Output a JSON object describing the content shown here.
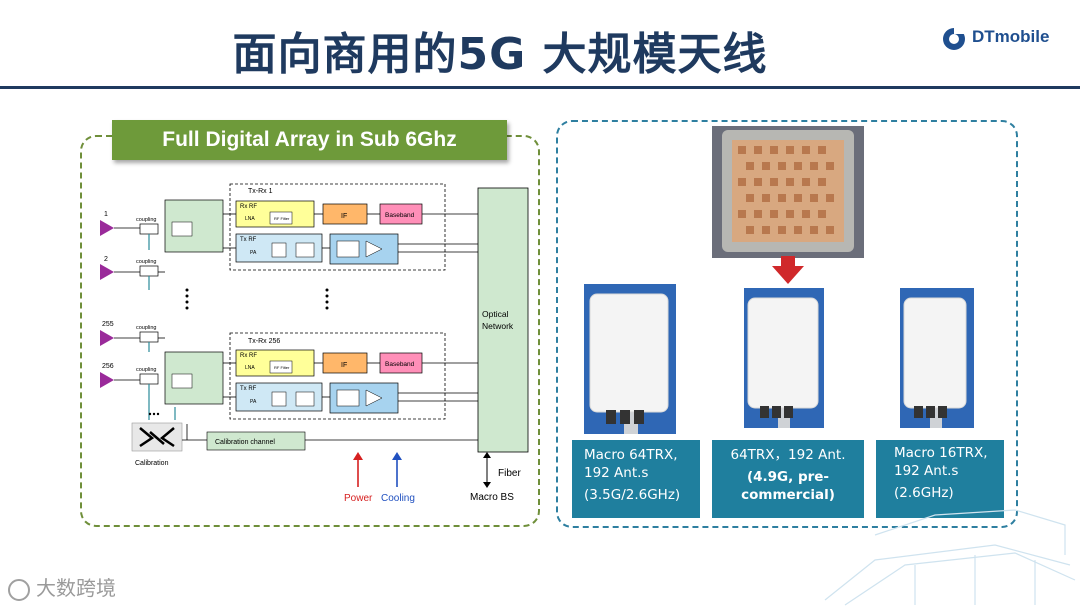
{
  "slide": {
    "title": "面向商用的5G 大规模天线",
    "brand": "DTmobile",
    "watermark": "大数跨境"
  },
  "left": {
    "banner": "Full Digital Array in Sub 6Ghz",
    "diagram": {
      "port_labels": [
        "1",
        "2",
        "255",
        "256"
      ],
      "coupling_label": "coupling",
      "txrx_top": "Tx-Rx 1",
      "txrx_bottom": "Tx-Rx  256",
      "rx_rf": "Rx RF",
      "tx_rf": "Tx RF",
      "lna": "LNA",
      "rf_filter": "RF Filter",
      "pa": "PA",
      "if_label": "IF",
      "baseband": "Baseband",
      "optical_network": "Optical Network",
      "calibration": "Calibration",
      "calibration_channel": "Calibration channel",
      "fiber": "Fiber",
      "macro_bs": "Macro BS",
      "power": "Power",
      "cooling": "Cooling",
      "colors": {
        "power": "#d62020",
        "cooling": "#2050c0"
      }
    }
  },
  "right": {
    "products": [
      {
        "line1": "Macro 64TRX,",
        "line2": "192 Ant.s",
        "line3": "(3.5G/2.6GHz)"
      },
      {
        "line1": "64TRX，192 Ant.",
        "line2": "(4.9G, pre-",
        "line3": "commercial)"
      },
      {
        "line1": "Macro 16TRX,",
        "line2": "192 Ant.s",
        "line3": "(2.6GHz)"
      }
    ]
  }
}
